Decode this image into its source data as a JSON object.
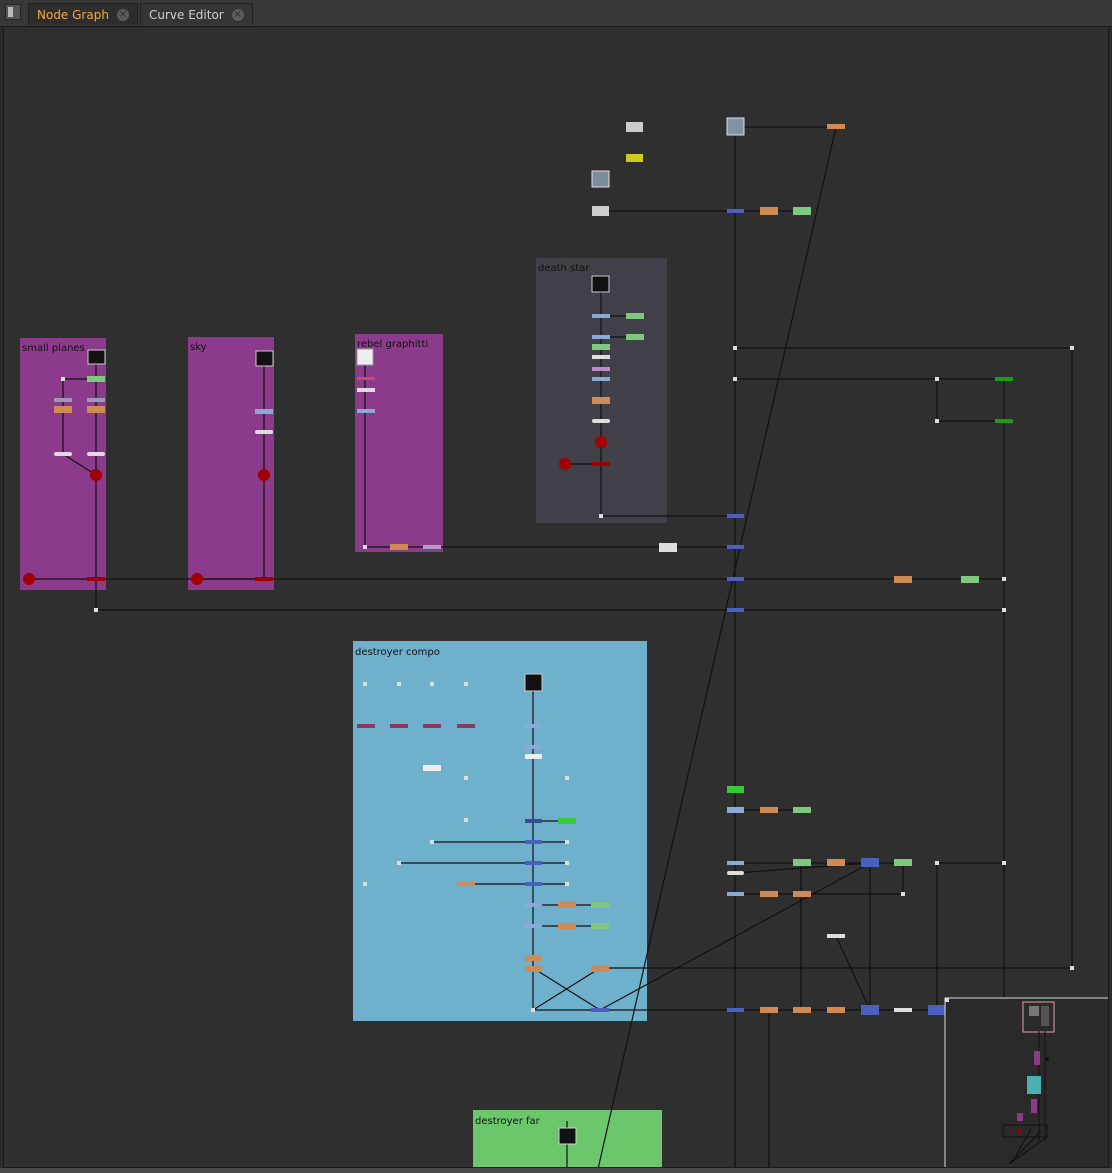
{
  "tabs": [
    {
      "label": "Node Graph",
      "close": "×",
      "active": true
    },
    {
      "label": "Curve Editor",
      "close": "×",
      "active": false
    }
  ],
  "backdrops": [
    {
      "label": "small planes",
      "color": "#8c3a8c"
    },
    {
      "label": "sky",
      "color": "#8c3a8c"
    },
    {
      "label": "rebel graphitti",
      "color": "#8c3a8c"
    },
    {
      "label": "death star",
      "color": "#414048"
    },
    {
      "label": "destroyer compo",
      "color": "#6fb0cc"
    },
    {
      "label": "destroyer far",
      "color": "#6cc76c"
    }
  ],
  "colors": {
    "accent_tab": "#f2a93b",
    "merge_node": "#d08a56",
    "grade_node": "#7fc87f",
    "transform_node": "#8aa8d8",
    "dot_node": "#cccccc",
    "viewer_node": "#a00000",
    "bright_green": "#33cc33",
    "yellow_node": "#cccc22",
    "deep_blue": "#4a5fc0"
  },
  "icons": {
    "pane_menu": "pane-menu-icon",
    "close": "close-icon"
  }
}
